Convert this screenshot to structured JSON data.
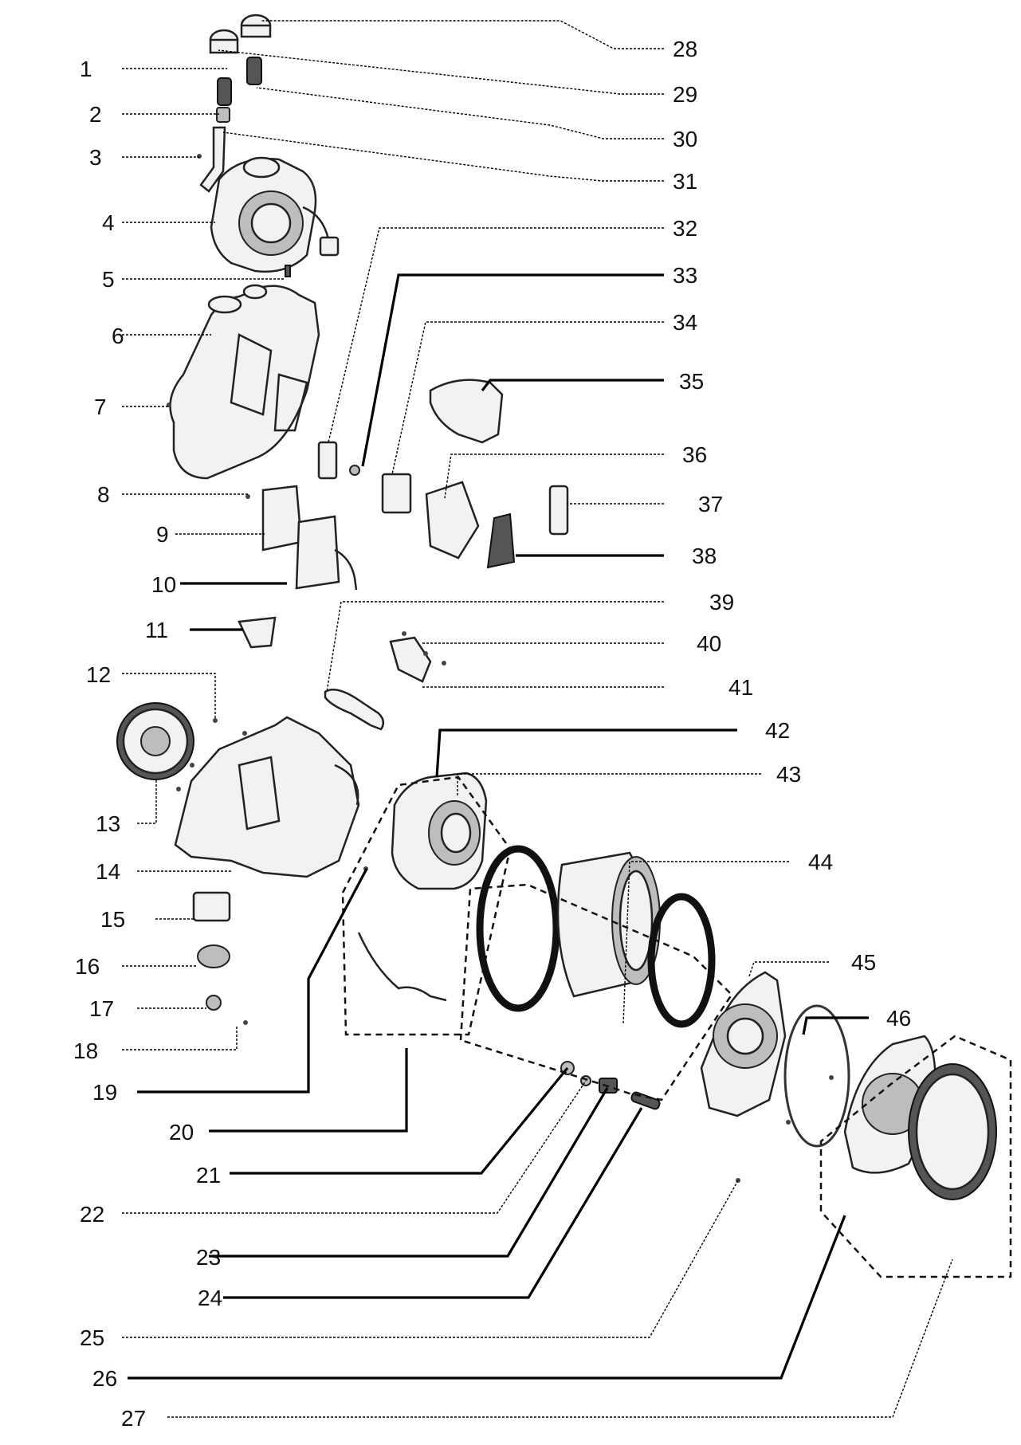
{
  "callouts": [
    {
      "n": "1"
    },
    {
      "n": "2"
    },
    {
      "n": "3"
    },
    {
      "n": "4"
    },
    {
      "n": "5"
    },
    {
      "n": "6"
    },
    {
      "n": "7"
    },
    {
      "n": "8"
    },
    {
      "n": "9"
    },
    {
      "n": "10"
    },
    {
      "n": "11"
    },
    {
      "n": "12"
    },
    {
      "n": "13"
    },
    {
      "n": "14"
    },
    {
      "n": "15"
    },
    {
      "n": "16"
    },
    {
      "n": "17"
    },
    {
      "n": "18"
    },
    {
      "n": "19"
    },
    {
      "n": "20"
    },
    {
      "n": "21"
    },
    {
      "n": "22"
    },
    {
      "n": "23"
    },
    {
      "n": "24"
    },
    {
      "n": "25"
    },
    {
      "n": "26"
    },
    {
      "n": "27"
    },
    {
      "n": "28"
    },
    {
      "n": "29"
    },
    {
      "n": "30"
    },
    {
      "n": "31"
    },
    {
      "n": "32"
    },
    {
      "n": "33"
    },
    {
      "n": "34"
    },
    {
      "n": "35"
    },
    {
      "n": "36"
    },
    {
      "n": "37"
    },
    {
      "n": "38"
    },
    {
      "n": "39"
    },
    {
      "n": "40"
    },
    {
      "n": "41"
    },
    {
      "n": "42"
    },
    {
      "n": "43"
    },
    {
      "n": "44"
    },
    {
      "n": "45"
    },
    {
      "n": "46"
    }
  ]
}
